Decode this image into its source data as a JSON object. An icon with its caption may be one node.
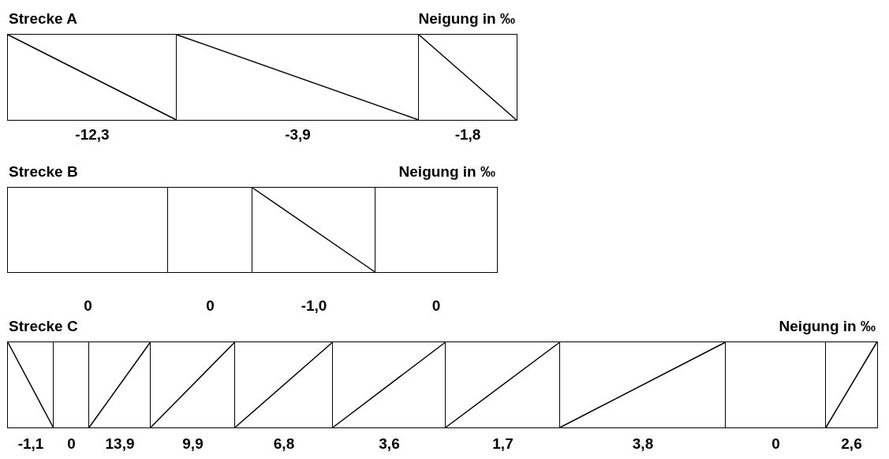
{
  "diagram": {
    "nodes": [
      {
        "text": [
          "Strecke A",
          "Neigung in ‰"
        ]
      },
      {
        "text": [],
        "shape": "box",
        "in": 0,
        "beside": [
          "-12,3"
        ]
      },
      {
        "text": [],
        "shape": "box",
        "in": 0,
        "beside": [
          "-3,9"
        ]
      },
      {
        "text": [],
        "shape": "box",
        "in": 0,
        "beside": [
          "-1,8"
        ]
      },
      {
        "text": [
          "Strecke B",
          "Neigung in ‰"
        ]
      },
      {
        "text": [],
        "shape": "box",
        "in": 4,
        "beside": [
          "0"
        ]
      },
      {
        "text": [],
        "shape": "box",
        "in": 4,
        "beside": [
          "0"
        ]
      },
      {
        "text": [],
        "shape": "box",
        "in": 4,
        "beside": [
          "-1,0"
        ]
      },
      {
        "text": [],
        "shape": "box",
        "in": 4,
        "beside": [
          "0"
        ]
      },
      {
        "text": [
          "Strecke C",
          "Neigung in ‰"
        ]
      },
      {
        "text": [],
        "shape": "box",
        "in": 9,
        "beside": [
          "-1,1"
        ]
      },
      {
        "text": [],
        "shape": "box",
        "in": 9,
        "beside": [
          "0"
        ]
      },
      {
        "text": [],
        "shape": "box",
        "in": 9,
        "beside": [
          "13,9"
        ]
      },
      {
        "text": [],
        "shape": "box",
        "in": 9,
        "beside": [
          "9,9"
        ]
      },
      {
        "text": [],
        "shape": "box",
        "in": 9,
        "beside": [
          "6,8"
        ]
      },
      {
        "text": [],
        "shape": "box",
        "in": 9,
        "beside": [
          "3,6"
        ]
      },
      {
        "text": [],
        "shape": "box",
        "in": 9,
        "beside": [
          "1,7"
        ]
      },
      {
        "text": [],
        "shape": "box",
        "in": 9,
        "beside": [
          "3,8"
        ]
      },
      {
        "text": [],
        "shape": "box",
        "in": 9,
        "beside": [
          "0"
        ]
      },
      {
        "text": [],
        "shape": "box",
        "in": 9,
        "beside": [
          "2,6"
        ]
      }
    ],
    "edges": []
  }
}
